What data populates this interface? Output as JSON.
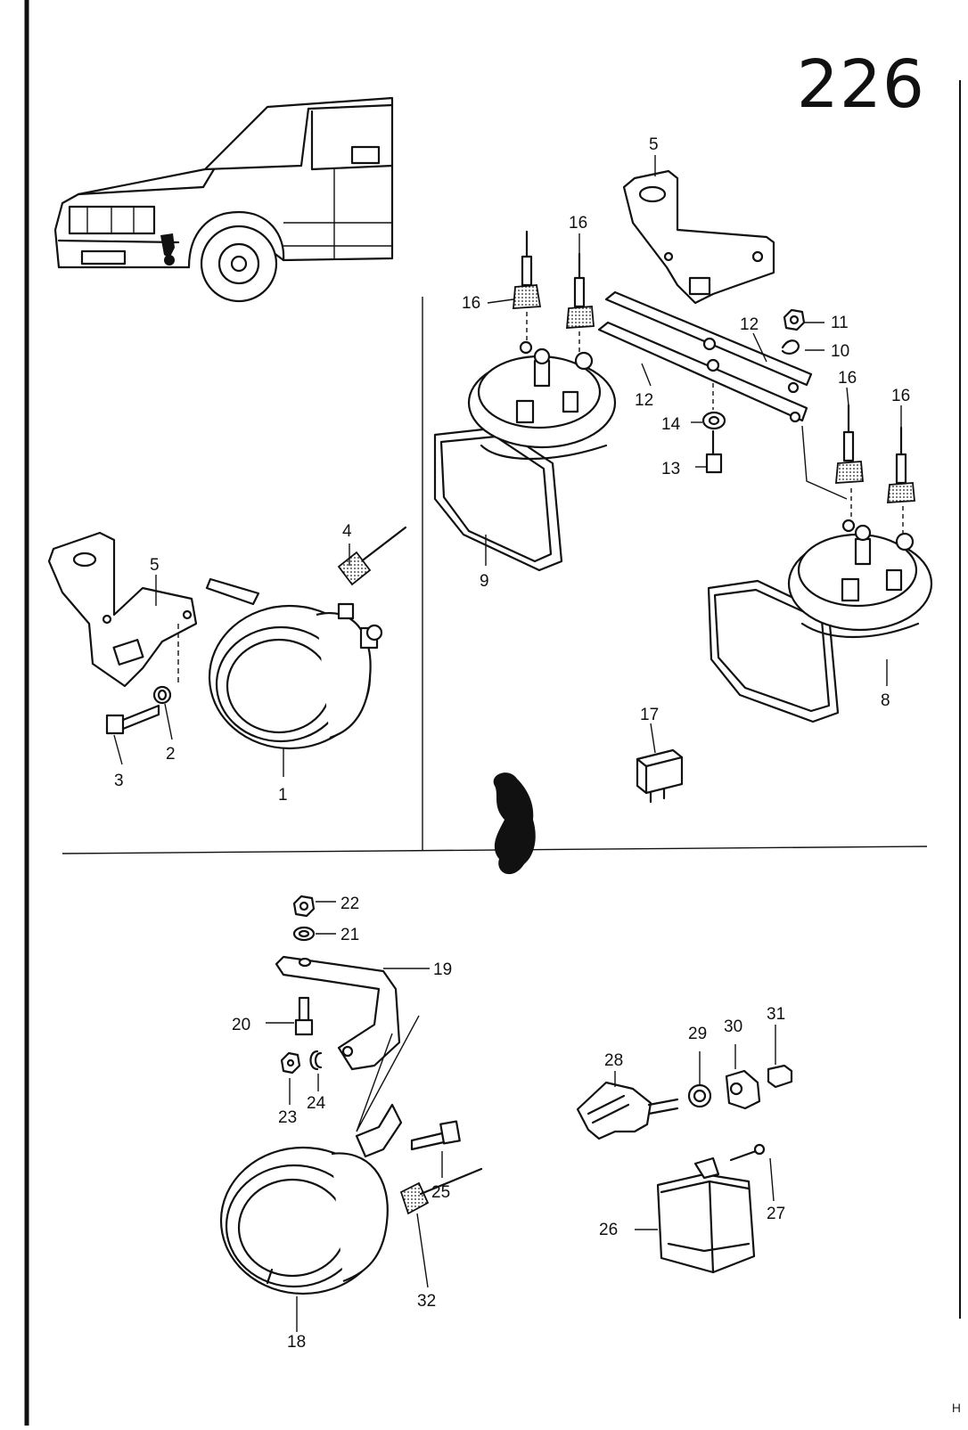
{
  "page": {
    "number": "226",
    "corner_mark": "H"
  },
  "callouts": {
    "c1": "1",
    "c2": "2",
    "c3": "3",
    "c4": "4",
    "c5a": "5",
    "c5b": "5",
    "c8": "8",
    "c9": "9",
    "c10": "10",
    "c11": "11",
    "c12a": "12",
    "c12b": "12",
    "c13": "13",
    "c14": "14",
    "c16a": "16",
    "c16b": "16",
    "c16c": "16",
    "c16d": "16",
    "c17": "17",
    "c18": "18",
    "c19": "19",
    "c20": "20",
    "c21": "21",
    "c22": "22",
    "c23": "23",
    "c24": "24",
    "c25": "25",
    "c26": "26",
    "c27": "27",
    "c28": "28",
    "c29": "29",
    "c30": "30",
    "c31": "31",
    "c32": "32"
  }
}
